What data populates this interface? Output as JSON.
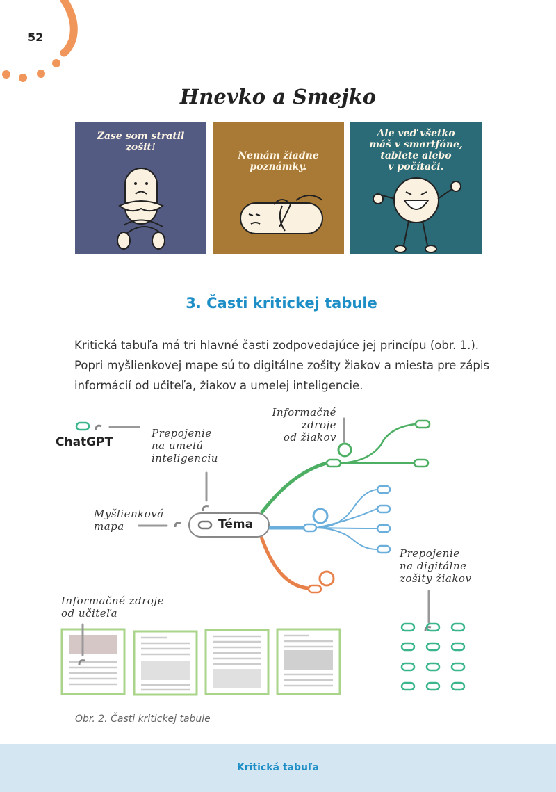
{
  "page": {
    "number": "52"
  },
  "comic": {
    "title": "Hnevko a Smejko",
    "panels": [
      {
        "caption": "Zase som stratil\nzošit!",
        "bg": "#545b83"
      },
      {
        "caption": "Nemám žiadne\npoznámky.",
        "bg": "#a97a35"
      },
      {
        "caption": "Ale veď všetko\nmáš v smartfóne,\ntablete alebo\nv počítači.",
        "bg": "#2b6b78"
      }
    ]
  },
  "section": {
    "title": "3. Časti kritickej tabule",
    "intro": "Kritická tabuľa má tri hlavné časti zodpovedajúce jej princípu (obr. 1.). Popri myšlienkovej mape sú to digitálne zošity žiakov a miesta pre zápis informácií od učiteľa, žiakov a umelej inteligencie."
  },
  "diagram": {
    "chatgpt": "ChatGPT",
    "ai_link": "Prepojenie\nna umelú\ninteligenciu",
    "student_sources": "Informačné\nzdroje\nod žiakov",
    "mind_map": "Myšlienková\nmapa",
    "topic": "Téma",
    "notebooks_link": "Prepojenie\nna digitálne\nzošity žiakov",
    "teacher_sources": "Informačné zdroje\nod učiteľa",
    "colors": {
      "green": "#4caf63",
      "blue": "#6aaedc",
      "orange": "#e8804a",
      "teal": "#3bb58e",
      "card_border": "#a9d48a"
    }
  },
  "figure": {
    "caption": "Obr. 2. Časti kritickej tabule"
  },
  "footer": {
    "title": "Kritická tabuľa"
  },
  "decor": {
    "accent": "#f0965a"
  }
}
